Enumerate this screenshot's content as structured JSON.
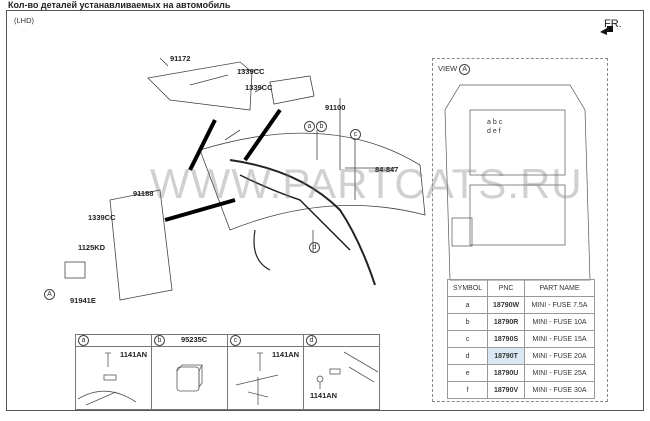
{
  "header": {
    "title": "Кол-во деталей устанавливаемых на автомобиль"
  },
  "diagram": {
    "variant": "(LHD)",
    "front": "FR.",
    "watermark": "WWW.PARTCATS.RU",
    "callouts": [
      "91172",
      "1339CC",
      "1339CC",
      "91100",
      "84-847",
      "91188",
      "1339CC",
      "1125KD",
      "91941E"
    ],
    "view_marker": "A",
    "detail_markers": [
      "a",
      "b",
      "c",
      "d"
    ]
  },
  "view": {
    "title": "VIEW",
    "marker": "A",
    "fuse_labels": [
      "a",
      "b",
      "c",
      "d",
      "e",
      "f"
    ]
  },
  "table": {
    "headers": [
      "SYMBOL",
      "PNC",
      "PART NAME"
    ],
    "rows": [
      [
        "a",
        "18790W",
        "MINI - FUSE 7.5A"
      ],
      [
        "b",
        "18790R",
        "MINI - FUSE 10A"
      ],
      [
        "c",
        "18790S",
        "MINI - FUSE 15A"
      ],
      [
        "d",
        "18790T",
        "MINI - FUSE 20A"
      ],
      [
        "e",
        "18790U",
        "MINI - FUSE 25A"
      ],
      [
        "f",
        "18790V",
        "MINI - FUSE 30A"
      ]
    ]
  },
  "details": [
    {
      "marker": "a",
      "part": "1141AN"
    },
    {
      "marker": "b",
      "part": "95235C"
    },
    {
      "marker": "c",
      "part": "1141AN"
    },
    {
      "marker": "d",
      "part": "1141AN"
    }
  ]
}
